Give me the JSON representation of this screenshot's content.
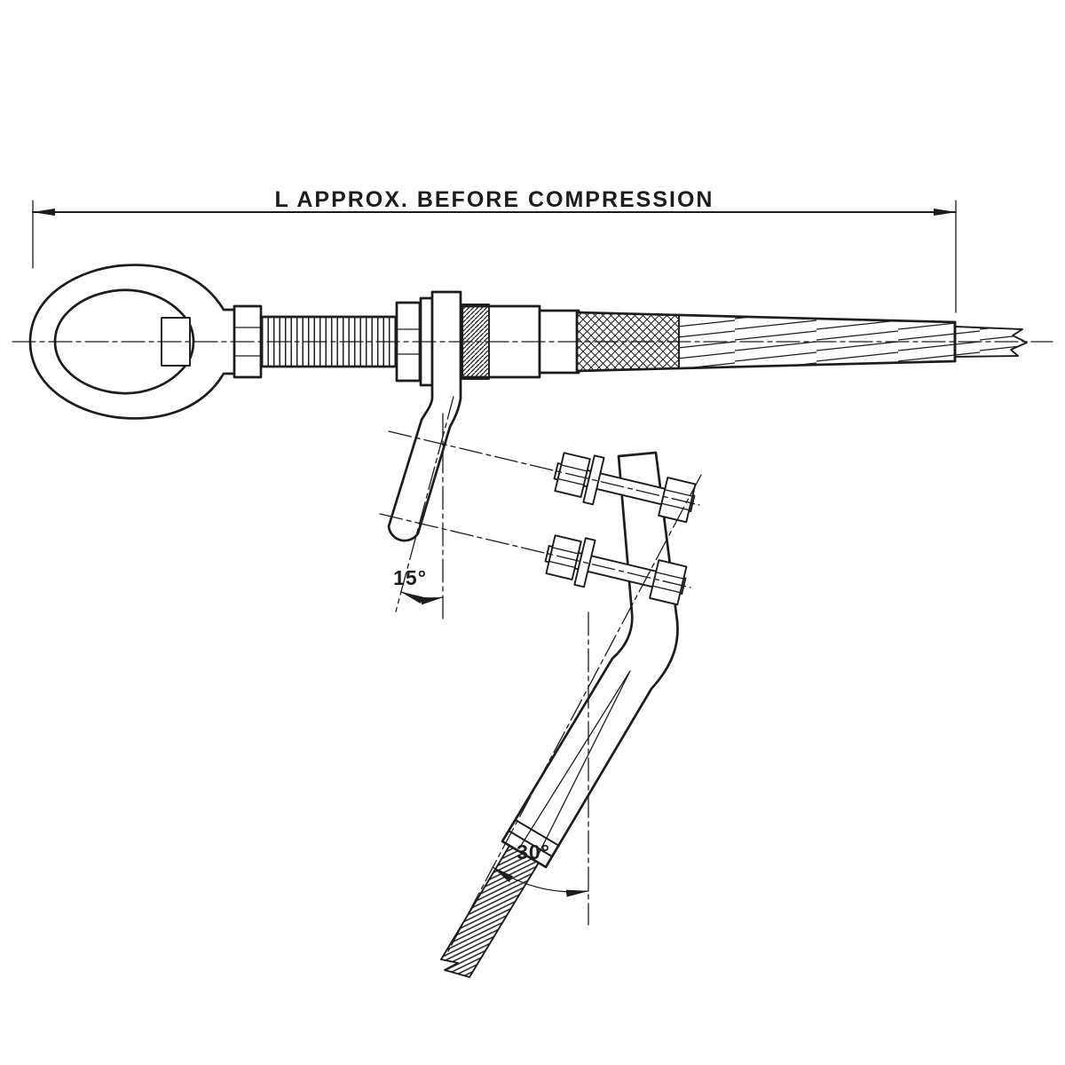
{
  "meta": {
    "ink": "#1c1c1c",
    "background": "#ffffff"
  },
  "labels": {
    "dimension": "L APPROX. BEFORE COMPRESSION",
    "strap_angle": "15°",
    "cable_angle": "30°"
  }
}
